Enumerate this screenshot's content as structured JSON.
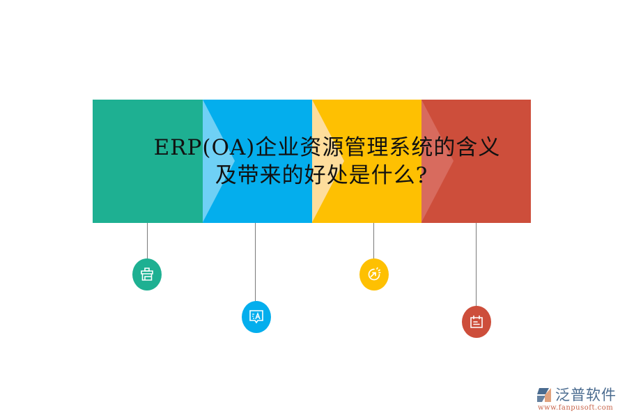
{
  "title": {
    "line1": "ERP(OA)企业资源管理系统的含义",
    "line2": "及带来的好处是什么?"
  },
  "segments": [
    {
      "name": "segment-1",
      "color": "#1eb092",
      "chevron_color": "#1eb092",
      "icon": "toolbox-icon"
    },
    {
      "name": "segment-2",
      "color": "#04aeed",
      "chevron_color": "#6fd0f5",
      "icon": "translate-chat-icon"
    },
    {
      "name": "segment-3",
      "color": "#fec002",
      "chevron_color": "#fedd9c",
      "icon": "clock-arrow-icon"
    },
    {
      "name": "segment-4",
      "color": "#cd4e3b",
      "chevron_color": "#d86b5e",
      "icon": "calendar-icon"
    }
  ],
  "logo": {
    "name": "泛普软件",
    "url": "www.fanpusoft.com"
  }
}
